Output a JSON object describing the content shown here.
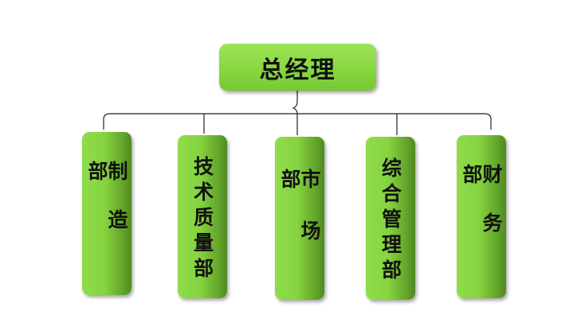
{
  "diagram": {
    "type": "org-chart",
    "root": {
      "label": "总经理"
    },
    "departments": [
      {
        "label": "制造部"
      },
      {
        "label": "技术质量部"
      },
      {
        "label": "市场部"
      },
      {
        "label": "综合管理部"
      },
      {
        "label": "财务部"
      }
    ],
    "colors": {
      "box_fill": "#86d43f",
      "box_shade": "#4f8a20",
      "connector": "#222222",
      "text": "#111111"
    }
  }
}
